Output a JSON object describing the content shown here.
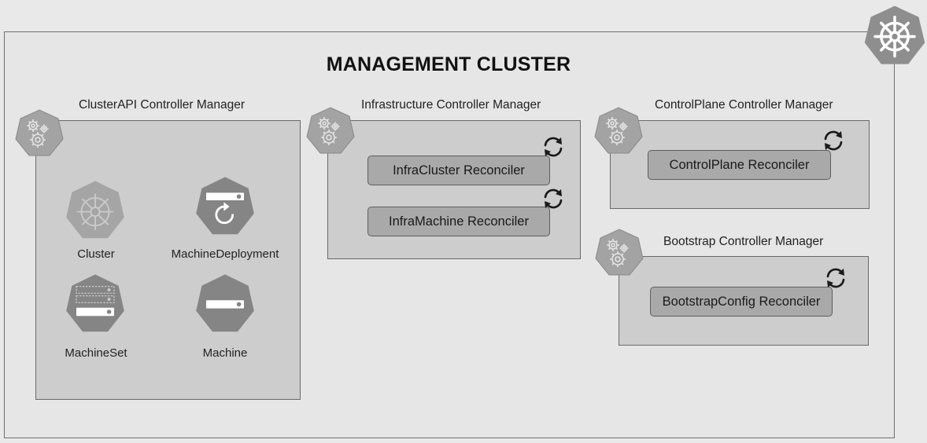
{
  "title": "MANAGEMENT CLUSTER",
  "icons": {
    "kubernetes": "kubernetes-helm-icon",
    "controller": "gears-icon",
    "sync": "sync-icon"
  },
  "colors": {
    "background": "#e9e9e9",
    "panel": "#cdcdcd",
    "reconciler": "#a9a9a9",
    "badge": "#a3a3a3"
  },
  "managers": {
    "clusterapi": {
      "title": "ClusterAPI Controller Manager",
      "resources": {
        "cluster": "Cluster",
        "machine_deployment": "MachineDeployment",
        "machine_set": "MachineSet",
        "machine": "Machine"
      }
    },
    "infrastructure": {
      "title": "Infrastructure Controller Manager",
      "reconcilers": {
        "infra_cluster": "InfraCluster Reconciler",
        "infra_machine": "InfraMachine Reconciler"
      }
    },
    "controlplane": {
      "title": "ControlPlane Controller Manager",
      "reconcilers": {
        "controlplane": "ControlPlane Reconciler"
      }
    },
    "bootstrap": {
      "title": "Bootstrap Controller Manager",
      "reconcilers": {
        "bootstrap_config": "BootstrapConfig Reconciler"
      }
    }
  }
}
